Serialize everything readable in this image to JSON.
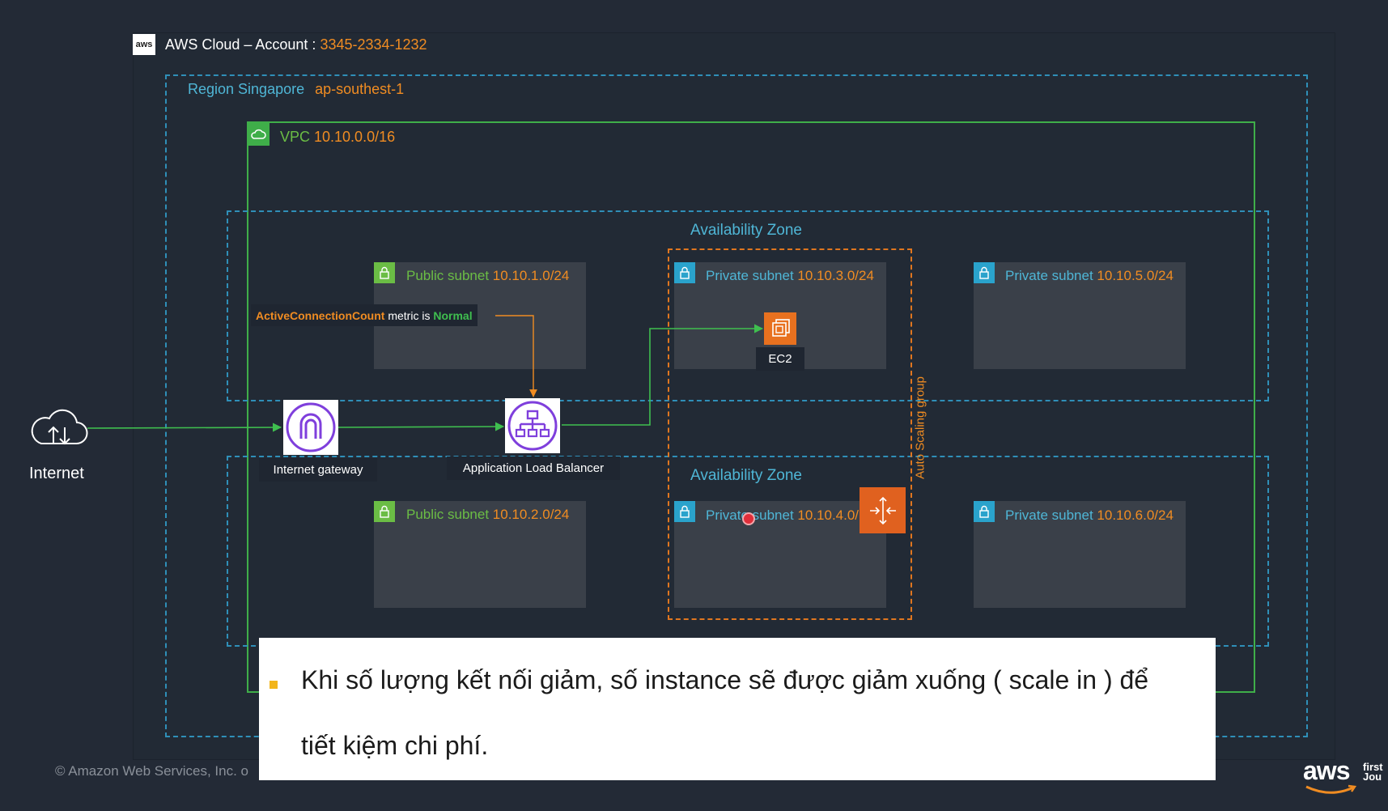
{
  "cloud": {
    "title": "AWS Cloud – Account : ",
    "account": "3345-2334-1232",
    "logo_text": "aws"
  },
  "region": {
    "label": "Region Singapore",
    "code": "ap-southest-1"
  },
  "vpc": {
    "label": "VPC ",
    "cidr": "10.10.0.0/16"
  },
  "az": {
    "top_label": "Availability Zone",
    "bottom_label": "Availability Zone"
  },
  "subnets": [
    {
      "type": "Public subnet ",
      "cidr": "10.10.1.0/24"
    },
    {
      "type": "Private subnet ",
      "cidr": "10.10.3.0/24"
    },
    {
      "type": "Private subnet ",
      "cidr": "10.10.5.0/24"
    },
    {
      "type": "Public subnet ",
      "cidr": "10.10.2.0/24"
    },
    {
      "type": "Private subnet ",
      "cidr": "10.10.4.0/"
    },
    {
      "type": "Private subnet ",
      "cidr": "10.10.6.0/24"
    }
  ],
  "metric": {
    "name": "ActiveConnectionCount",
    "middle": " metric is ",
    "state": "Normal"
  },
  "nodes": {
    "internet": "Internet",
    "igw": "Internet gateway",
    "alb": "Application Load Balancer",
    "ec2": "EC2",
    "asg": "Auto Scaling group"
  },
  "subtitle": {
    "line1": "Khi số lượng kết nối giảm, số instance sẽ được giảm xuống ( scale in ) để",
    "line2": "tiết kiệm chi phí."
  },
  "footer": {
    "copyright": "© Amazon Web Services, Inc. o",
    "brand": "aws",
    "brand_tail": "first\nJou"
  },
  "colors": {
    "background": "#232a36",
    "orange_accent": "#f08c22",
    "green_accent": "#3fae49",
    "blue_dashed": "#2f8fb8",
    "alb_purple": "#8c4fff",
    "ec2_orange": "#e8711f"
  }
}
